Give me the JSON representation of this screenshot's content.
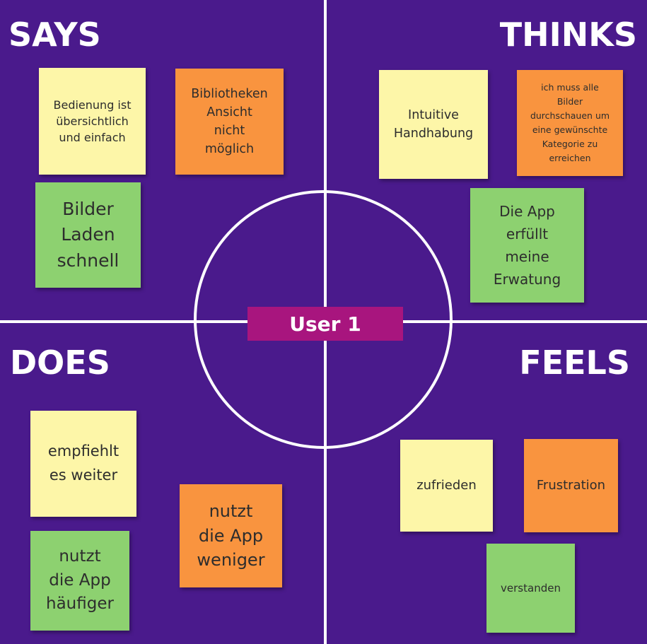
{
  "board": {
    "center_label": "User 1",
    "quadrants": {
      "says": "SAYS",
      "thinks": "THINKS",
      "does": "DOES",
      "feels": "FEELS"
    }
  },
  "notes": {
    "says": [
      {
        "text": "Bedienung ist\nübersichtlich\nund einfach",
        "color": "#fdf6a8"
      },
      {
        "text": "Bibliotheken\nAnsicht\nnicht\nmöglich",
        "color": "#f9943f"
      },
      {
        "text": "Bilder\nLaden\nschnell",
        "color": "#8dd170"
      }
    ],
    "thinks": [
      {
        "text": "Intuitive\nHandhabung",
        "color": "#fdf6a8"
      },
      {
        "text": "ich muss alle\nBilder\ndurchschauen um\neine gewünschte\nKategorie zu\nerreichen",
        "color": "#f9943f"
      },
      {
        "text": "Die App\nerfüllt\nmeine\nErwatung",
        "color": "#8dd170"
      }
    ],
    "does": [
      {
        "text": "empfiehlt\nes weiter",
        "color": "#fdf6a8"
      },
      {
        "text": "nutzt\ndie App\nweniger",
        "color": "#f9943f"
      },
      {
        "text": "nutzt\ndie App\nhäufiger",
        "color": "#8dd170"
      }
    ],
    "feels": [
      {
        "text": "zufrieden",
        "color": "#fdf6a8"
      },
      {
        "text": "Frustration",
        "color": "#f9943f"
      },
      {
        "text": "verstanden",
        "color": "#8dd170"
      }
    ]
  },
  "colors": {
    "background": "#4a1a8c",
    "lines": "#ffffff",
    "center_label_bg": "#a8157e"
  }
}
